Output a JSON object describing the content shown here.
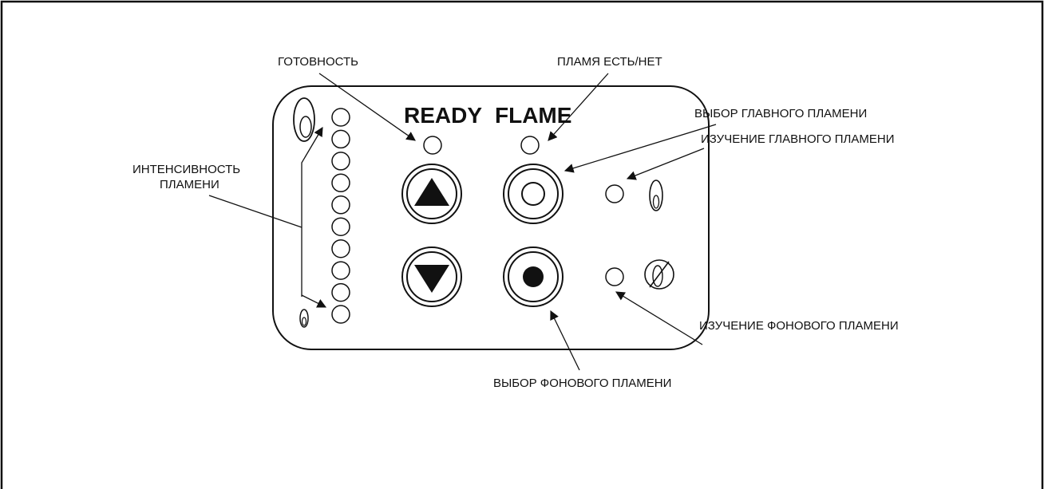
{
  "panel_text": {
    "ready": "READY",
    "flame": "FLAME"
  },
  "callouts": {
    "readiness": "ГОТОВНОСТЬ",
    "flame_on_off": "ПЛАМЯ ЕСТЬ/НЕТ",
    "main_flame_select": "ВЫБОР ГЛАВНОГО ПЛАМЕНИ",
    "main_flame_learn": "ИЗУЧЕНИЕ ГЛАВНОГО ПЛАМЕНИ",
    "flame_intensity_line1": "ИНТЕНСИВНОСТЬ",
    "flame_intensity_line2": "ПЛАМЕНИ",
    "background_flame_learn": "ИЗУЧЕНИЕ ФОНОВОГО ПЛАМЕНИ",
    "background_flame_select": "ВЫБОР ФОНОВОГО ПЛАМЕНИ"
  },
  "icons": {
    "up_button": "triangle-up-icon",
    "down_button": "triangle-down-icon",
    "main_flame_button": "ring-icon",
    "background_flame_button": "filled-dot-icon",
    "flame_high": "flame-large-icon",
    "flame_low": "flame-small-icon",
    "main_flame_learn": "flame-icon",
    "background_flame_learn": "flame-background-icon"
  },
  "intensity_led_count": 10,
  "colors": {
    "ink": "#111111",
    "paper": "#ffffff"
  }
}
